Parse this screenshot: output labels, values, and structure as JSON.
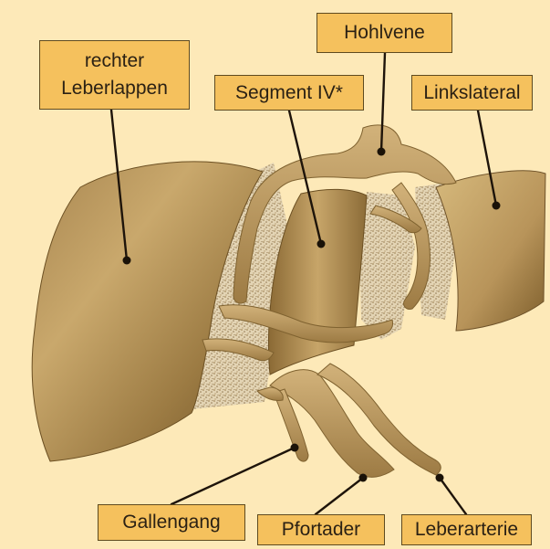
{
  "labels": {
    "rechter_leberlappen": "rechter Leberlappen",
    "segment_iv": "Segment IV*",
    "hohlvene": "Hohlvene",
    "linkslateral": "Linkslateral",
    "gallengang": "Gallengang",
    "pfortader": "Pfortader",
    "leberarterie": "Leberarterie"
  },
  "colors": {
    "background": "#fde9b8",
    "label_fill": "#f5c15d",
    "label_border": "#5e4a1f",
    "organ_light": "#d9ba7a",
    "organ_dark": "#7a5c2a",
    "resection_texture": "#c8b490",
    "leader_line": "#1e140a"
  }
}
